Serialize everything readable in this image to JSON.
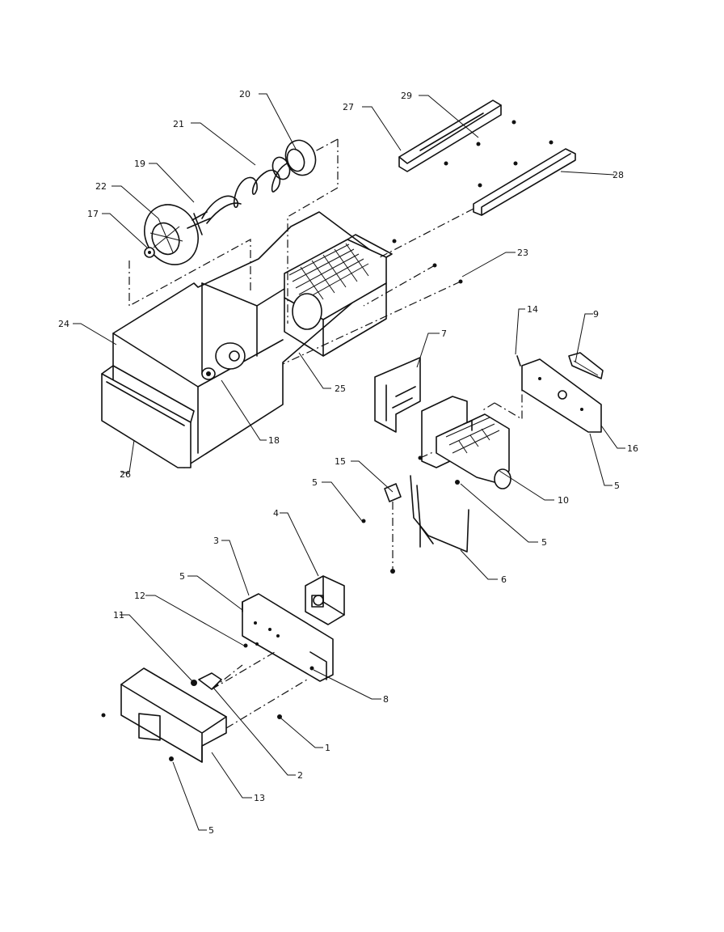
{
  "labels": {
    "p1": "1",
    "p2": "2",
    "p3": "3",
    "p4": "4",
    "p5a": "5",
    "p5b": "5",
    "p5c": "5",
    "p5d": "5",
    "p5e": "5",
    "p6": "6",
    "p7": "7",
    "p8": "8",
    "p9": "9",
    "p10": "10",
    "p11": "11",
    "p12": "12",
    "p13": "13",
    "p14": "14",
    "p15": "15",
    "p16": "16",
    "p17": "17",
    "p18": "18",
    "p19": "19",
    "p20": "20",
    "p21": "21",
    "p22": "22",
    "p23": "23",
    "p24": "24",
    "p25": "25",
    "p26": "26",
    "p27": "27",
    "p28": "28",
    "p29": "29"
  }
}
